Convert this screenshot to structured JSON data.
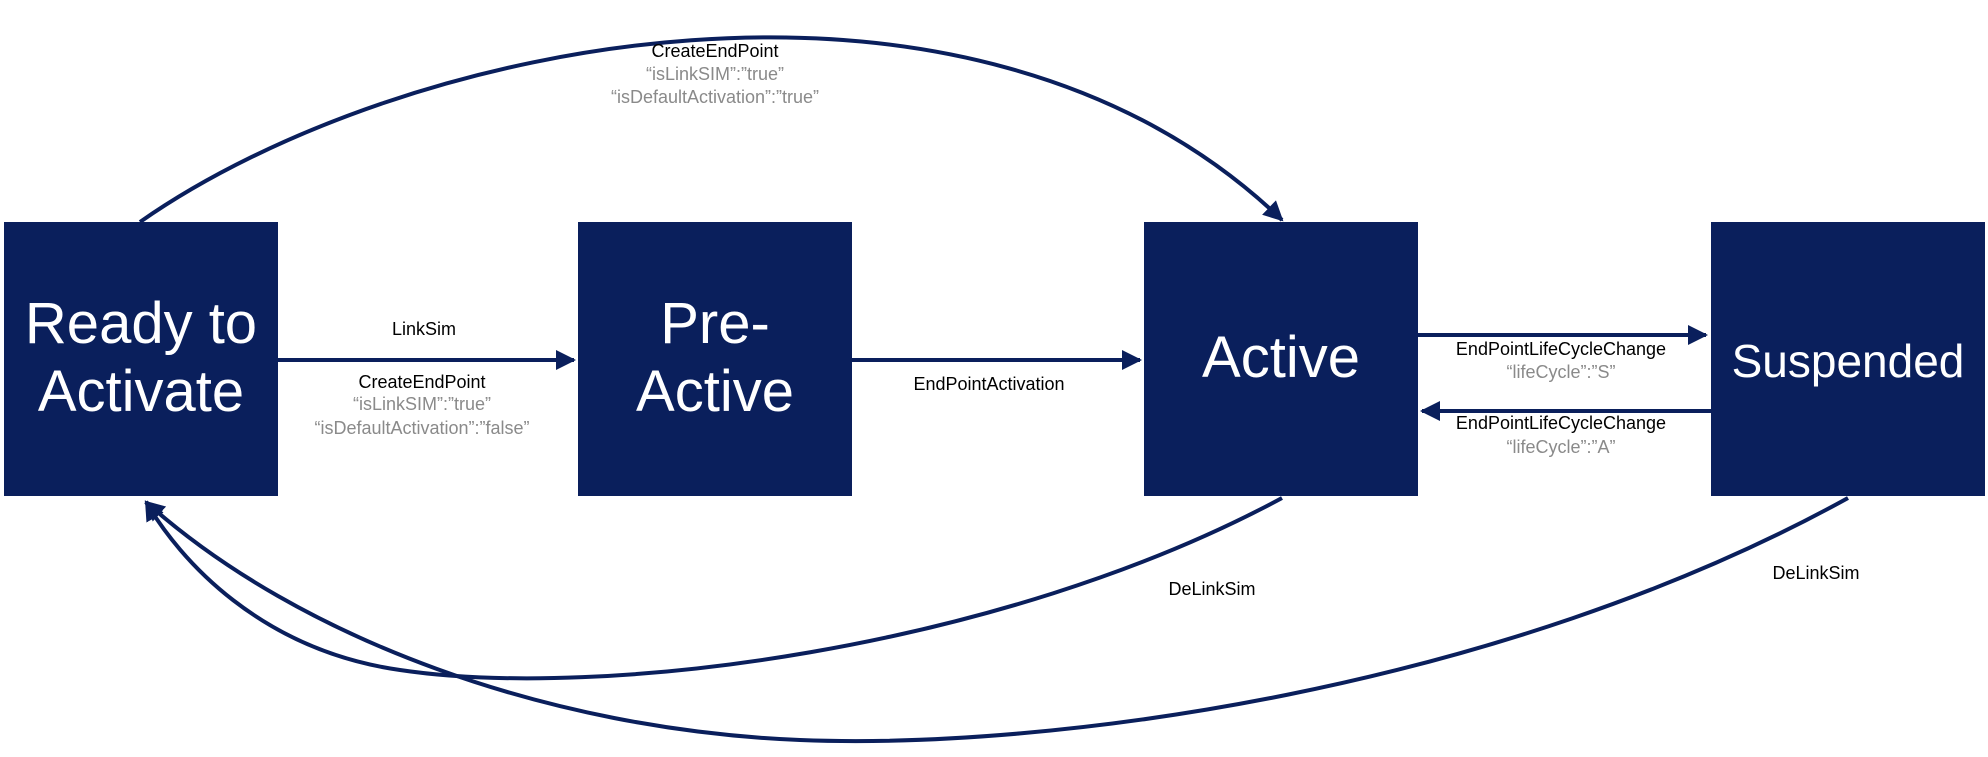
{
  "colors": {
    "state_fill": "#0a1f5c",
    "state_text": "#ffffff",
    "edge": "#0a1f5c",
    "edge_label": "#000000",
    "edge_param": "#8a8a8a"
  },
  "states": {
    "ready": {
      "line1": "Ready to",
      "line2": "Activate"
    },
    "preactive": {
      "line1": "Pre-",
      "line2": "Active"
    },
    "active": {
      "label": "Active"
    },
    "suspended": {
      "label": "Suspended"
    }
  },
  "transitions": {
    "top_create": {
      "name": "CreateEndPoint",
      "param1": "“isLinkSIM”:”true”",
      "param2": "“isDefaultActivation”:”true”"
    },
    "link_sim": {
      "name": "LinkSim"
    },
    "create_preactive": {
      "name": "CreateEndPoint",
      "param1": "“isLinkSIM”:”true”",
      "param2": "“isDefaultActivation”:”false”"
    },
    "activation": {
      "name": "EndPointActivation"
    },
    "suspend": {
      "name": "EndPointLifeCycleChange",
      "param": "“lifeCycle”:”S”"
    },
    "reactivate": {
      "name": "EndPointLifeCycleChange",
      "param": "“lifeCycle”:”A”"
    },
    "delink_active": {
      "name": "DeLinkSim"
    },
    "delink_suspended": {
      "name": "DeLinkSim"
    }
  }
}
